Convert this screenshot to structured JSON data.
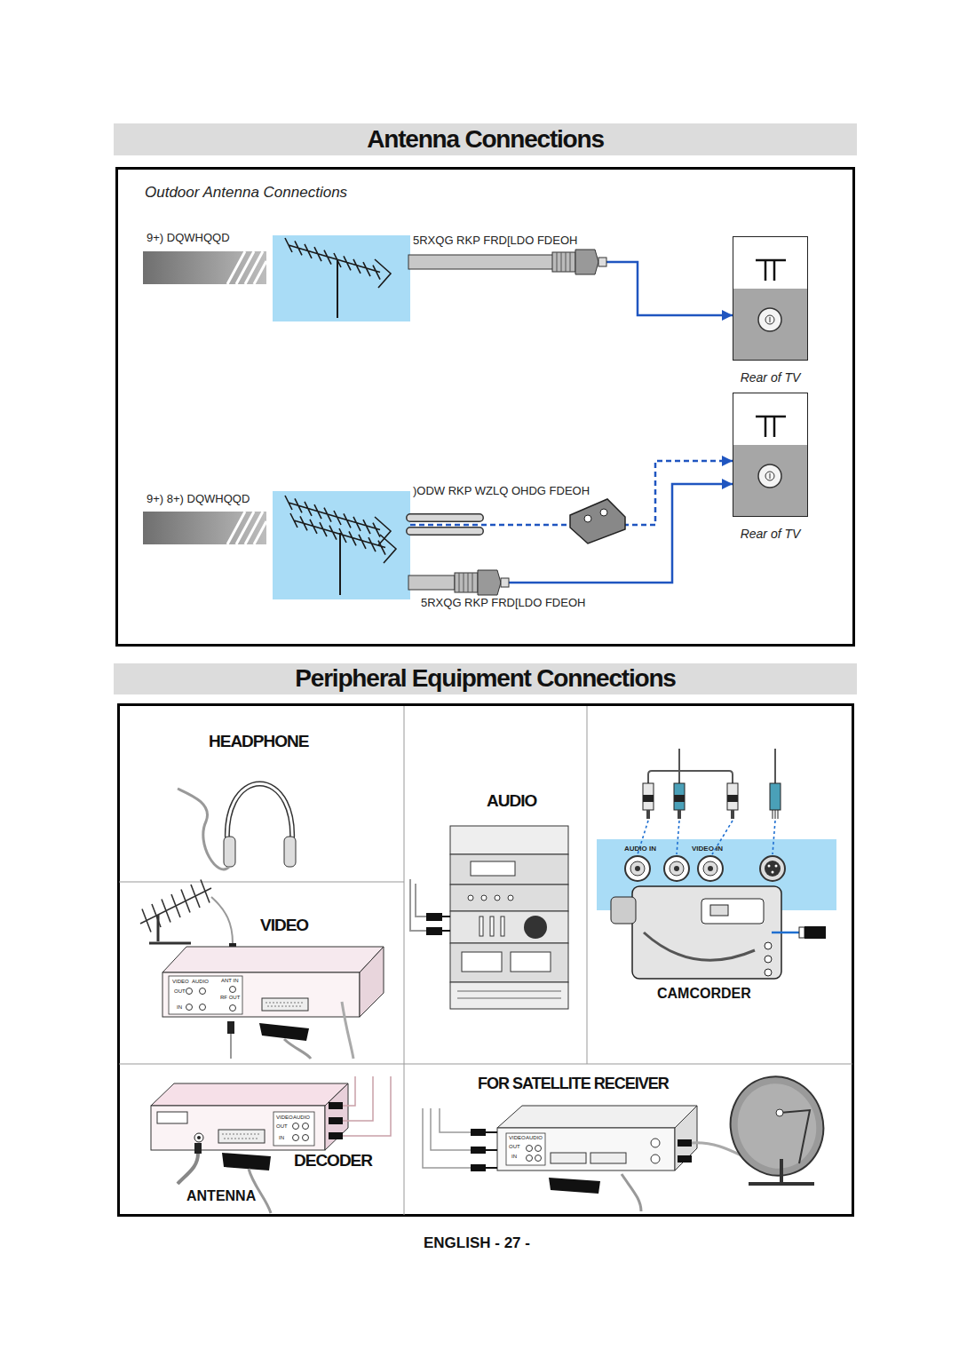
{
  "diagram": {
    "nodes": [
      {
        "text": [
          "Antenna Connections"
        ]
      },
      {
        "text": [
          "Outdoor Antenna Connections"
        ]
      },
      {
        "text": [
          "9+) DQWHQQD"
        ],
        "in": 1
      },
      {
        "text": [
          "Rear of TV"
        ],
        "in": 1
      },
      {
        "text": [
          "9+) 8+) DQWHQQD"
        ],
        "in": 1
      },
      {
        "text": [
          "Rear of TV"
        ],
        "in": 1
      },
      {
        "text": [
          "Peripheral Equipment Connections"
        ]
      },
      {
        "text": [
          "HEADPHONE"
        ]
      },
      {
        "text": [
          "AUDIO"
        ]
      },
      {
        "text": [
          "AUDIO IN",
          "VIDEO IN",
          "CAMCORDER"
        ]
      },
      {
        "text": [
          "VIDEO"
        ]
      },
      {
        "text": [
          "DECODER",
          "ANTENNA"
        ]
      },
      {
        "text": [
          "FOR SATELLITE RECEIVER"
        ]
      }
    ],
    "edges": [
      {
        "from": 2,
        "to": 3,
        "arrow": "to",
        "label": "5RXQG RKP FRD[LDO FDEOH"
      },
      {
        "from": 4,
        "to": 5,
        "arrow": "to",
        "label": ")ODW RKP WZLQ OHDG FDEOH"
      },
      {
        "from": 4,
        "to": 5,
        "arrow": "to",
        "label": "5RXQG RKP FRD[LDO FDEOH"
      }
    ],
    "labels": [
      "VIDEO",
      "AUDIO",
      "OUT",
      "IN",
      "ANT IN",
      "RF OUT",
      "VIDEO",
      "AUDIO",
      "OUT",
      "IN",
      "VIDEO",
      "AUDIO",
      "OUT",
      "IN",
      "ENGLISH - 27 -"
    ]
  }
}
